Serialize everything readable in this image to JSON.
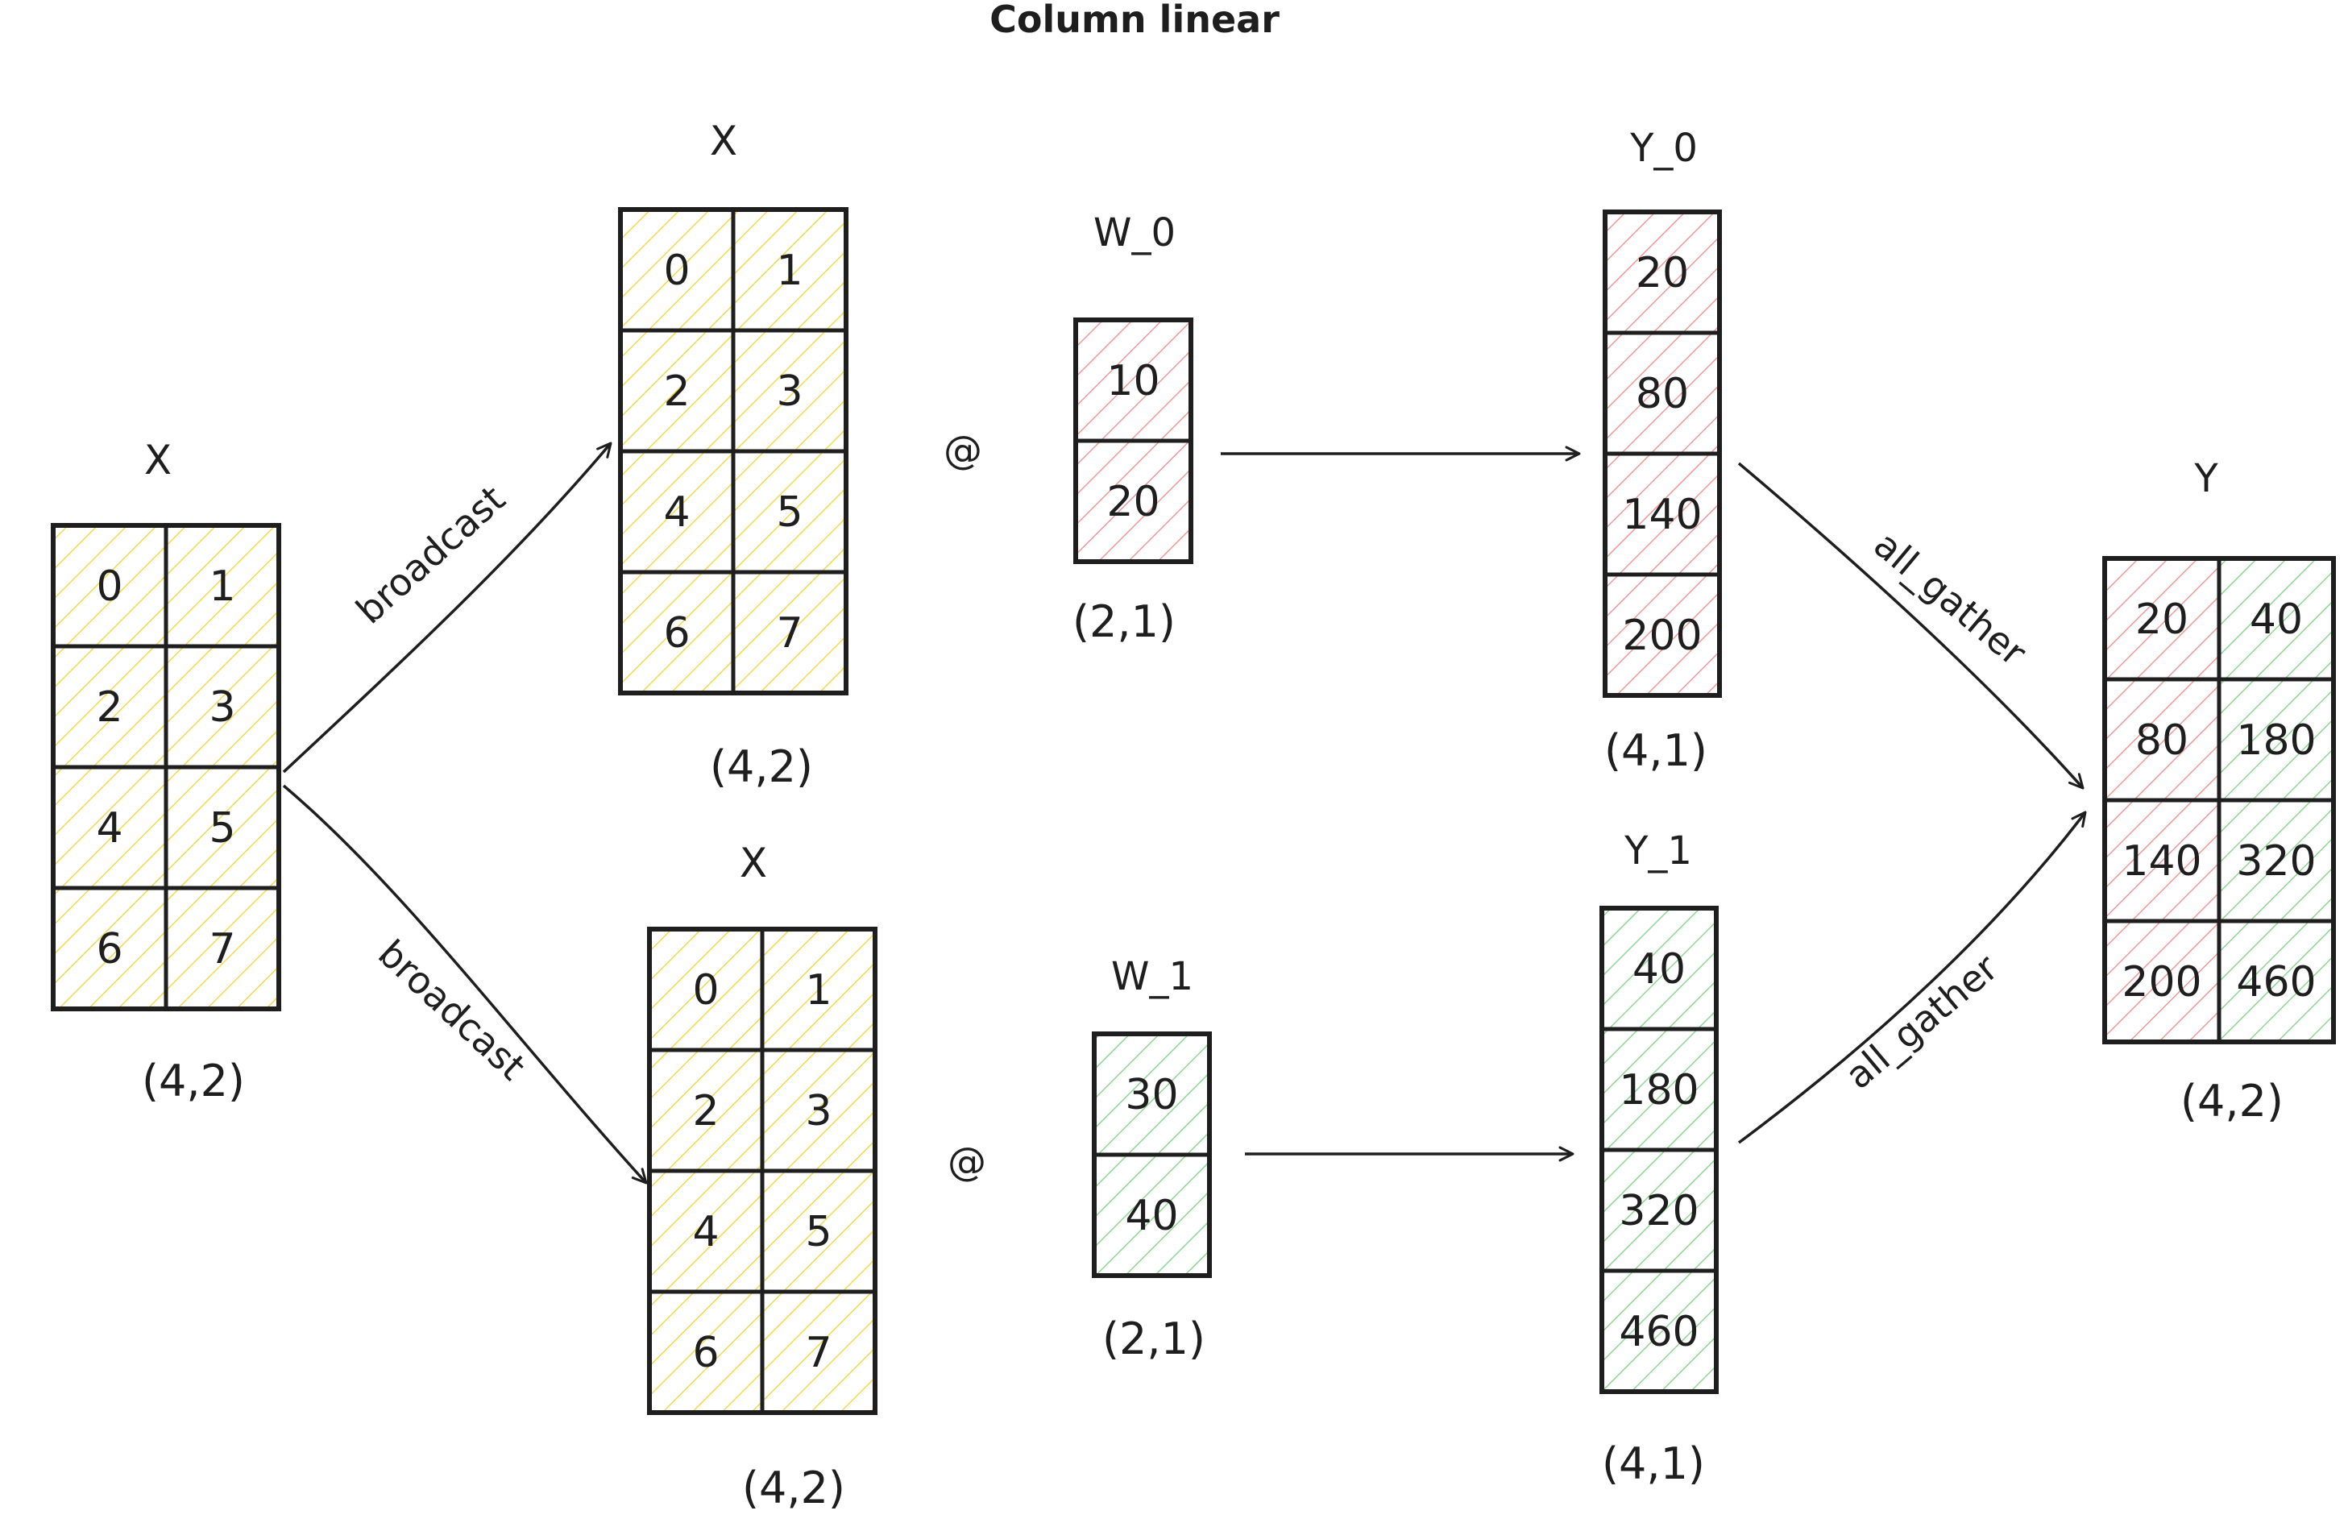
{
  "title": "Column linear",
  "colors": {
    "yellow": "#f2d94e",
    "red": "#ef9a9a",
    "green": "#8fd694",
    "stroke": "#1e1e1e"
  },
  "ops": {
    "matmul": "@"
  },
  "edges": {
    "broadcast": "broadcast",
    "all_gather": "all_gather"
  },
  "input": {
    "label": "X",
    "shape": "(4,2)",
    "cells": [
      "0",
      "1",
      "2",
      "3",
      "4",
      "5",
      "6",
      "7"
    ]
  },
  "branches": [
    {
      "x": {
        "label": "X",
        "shape": "(4,2)",
        "cells": [
          "0",
          "1",
          "2",
          "3",
          "4",
          "5",
          "6",
          "7"
        ]
      },
      "w": {
        "label": "W_0",
        "shape": "(2,1)",
        "cells": [
          "10",
          "20"
        ]
      },
      "y": {
        "label": "Y_0",
        "shape": "(4,1)",
        "cells": [
          "20",
          "80",
          "140",
          "200"
        ]
      }
    },
    {
      "x": {
        "label": "X",
        "shape": "(4,2)",
        "cells": [
          "0",
          "1",
          "2",
          "3",
          "4",
          "5",
          "6",
          "7"
        ]
      },
      "w": {
        "label": "W_1",
        "shape": "(2,1)",
        "cells": [
          "30",
          "40"
        ]
      },
      "y": {
        "label": "Y_1",
        "shape": "(4,1)",
        "cells": [
          "40",
          "180",
          "320",
          "460"
        ]
      }
    }
  ],
  "output": {
    "label": "Y",
    "shape": "(4,2)",
    "cells": [
      "20",
      "40",
      "80",
      "180",
      "140",
      "320",
      "200",
      "460"
    ]
  }
}
